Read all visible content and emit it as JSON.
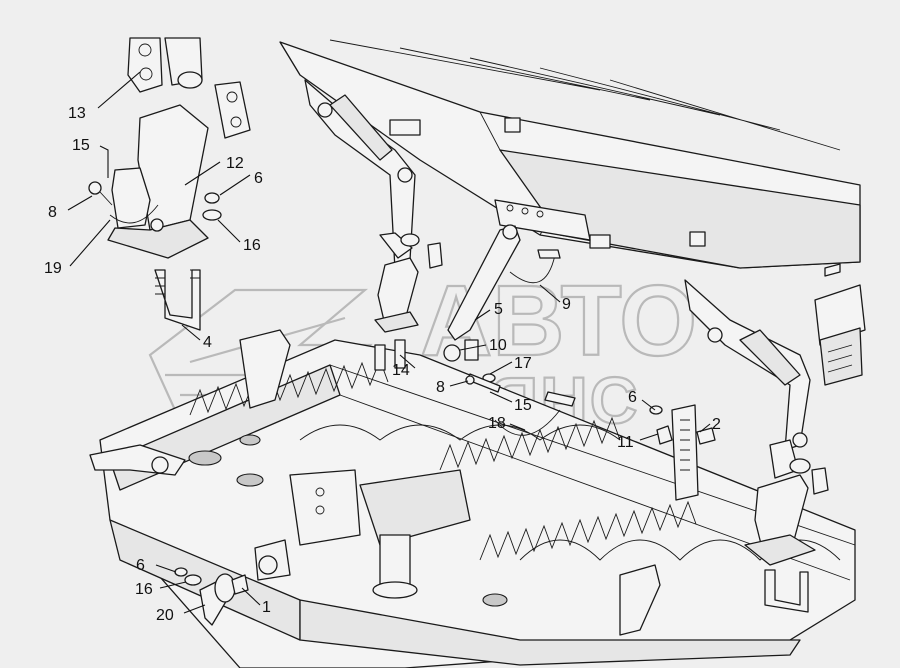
{
  "watermark": {
    "line1": "АВТО",
    "line2": "АЛЬЯНС"
  },
  "callouts": {
    "c13a": "13",
    "c15a": "15",
    "c12": "12",
    "c6a": "6",
    "c8a": "8",
    "c16a": "16",
    "c19": "19",
    "c4": "4",
    "c5": "5",
    "c9": "9",
    "c14": "14",
    "c10": "10",
    "c17": "17",
    "c8b": "8",
    "c15b": "15",
    "c18": "18",
    "c6b": "6",
    "c2": "2",
    "c11": "11",
    "c6c": "6",
    "c16b": "16",
    "c20": "20",
    "c1": "1"
  }
}
